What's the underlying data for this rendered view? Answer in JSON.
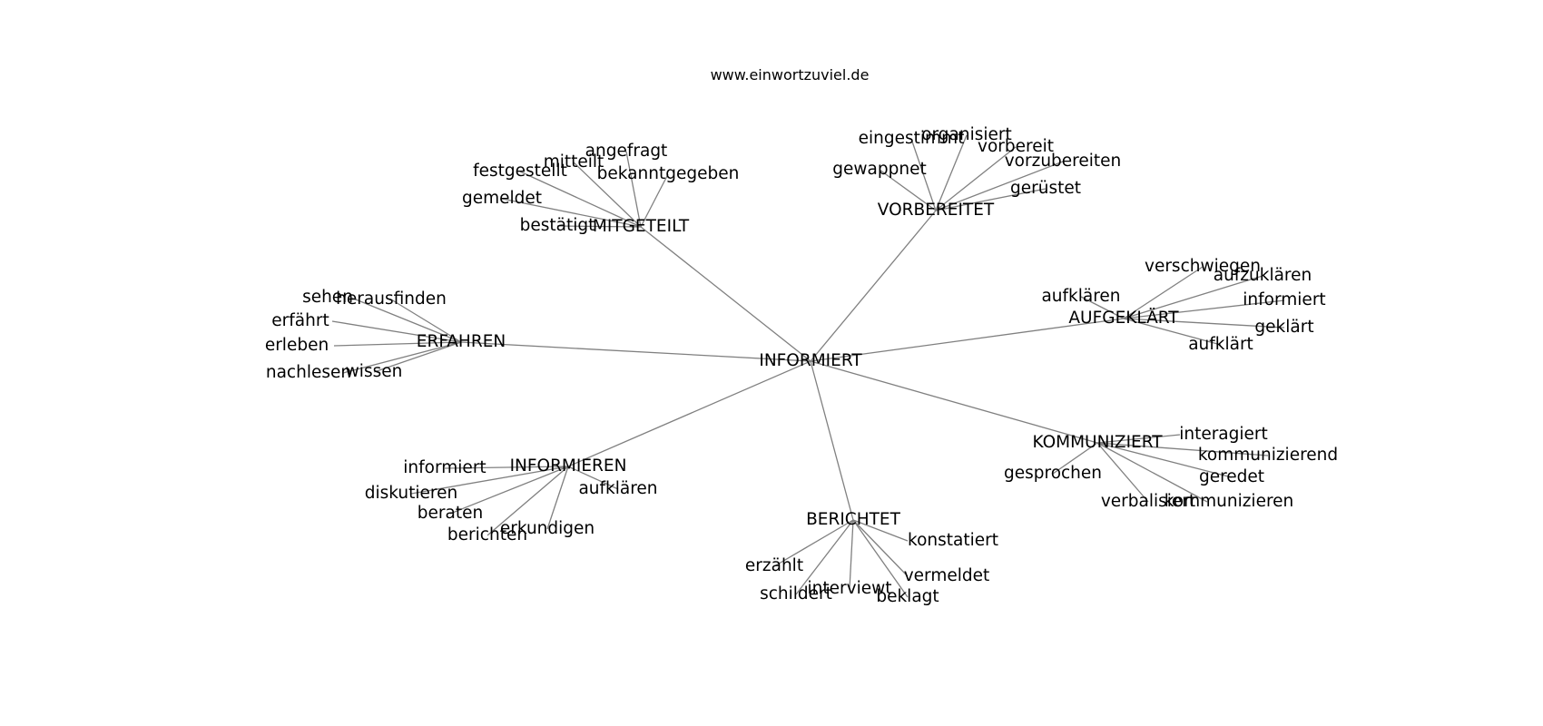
{
  "title": "www.einwortzuviel.de",
  "colors": {
    "edge": "#808080",
    "text": "#000000",
    "background": "#ffffff"
  },
  "center": "INFORMIERT",
  "clusters": [
    {
      "hub": "MITGETEILT",
      "leaves": [
        "angefragt",
        "mitteilt",
        "festgestellt",
        "bekanntgegeben",
        "gemeldet",
        "bestätigt"
      ]
    },
    {
      "hub": "VORBEREITET",
      "leaves": [
        "eingestimmt",
        "organisiert",
        "vorbereit",
        "vorzubereiten",
        "gewappnet",
        "gerüstet"
      ]
    },
    {
      "hub": "AUFGEKLÄRT",
      "leaves": [
        "verschwiegen",
        "aufzuklären",
        "aufklären",
        "informiert",
        "geklärt",
        "aufklärt"
      ]
    },
    {
      "hub": "ERFAHREN",
      "leaves": [
        "sehen",
        "herausfinden",
        "erfährt",
        "erleben",
        "nachlesen",
        "wissen"
      ]
    },
    {
      "hub": "KOMMUNIZIERT",
      "leaves": [
        "interagiert",
        "kommunizierend",
        "gesprochen",
        "geredet",
        "verbalisiert",
        "kommunizieren"
      ]
    },
    {
      "hub": "INFORMIEREN",
      "leaves": [
        "informiert",
        "aufklären",
        "diskutieren",
        "beraten",
        "berichten",
        "erkundigen"
      ]
    },
    {
      "hub": "BERICHTET",
      "leaves": [
        "konstatiert",
        "erzählt",
        "vermeldet",
        "schildert",
        "interviewt",
        "beklagt"
      ]
    }
  ]
}
